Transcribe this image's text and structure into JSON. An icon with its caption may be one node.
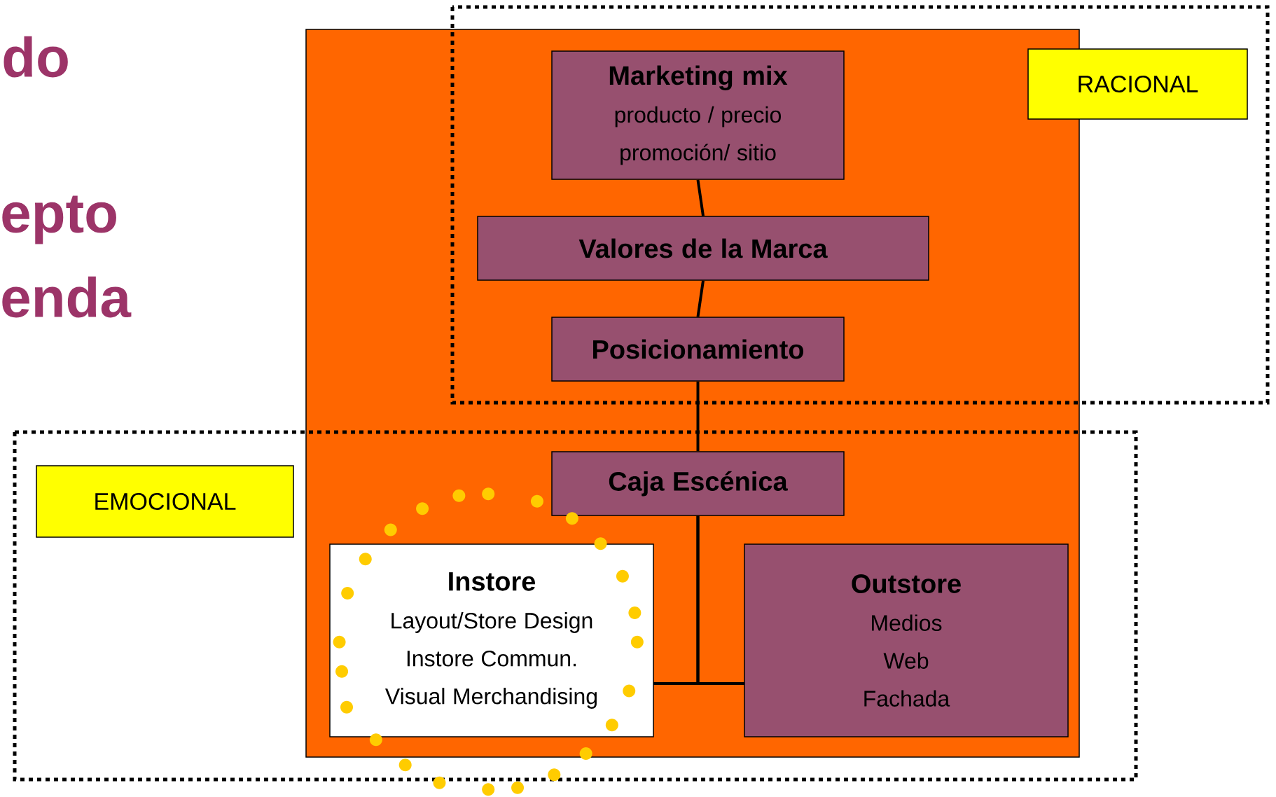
{
  "diagram": {
    "nodes": [
      {
        "text": [],
        "shape": "box"
      },
      {
        "text": [
          "Marketing mix",
          "producto / precio promoción/ sitio"
        ],
        "in": 0
      },
      {
        "text": [
          "RACIONAL"
        ]
      },
      {
        "text": [
          "Valores de la Marca"
        ],
        "in": 0
      },
      {
        "text": [
          "Posicionamiento"
        ],
        "in": 0
      },
      {
        "text": [
          "EMOCIONAL"
        ]
      },
      {
        "text": [
          "Caja Escénica"
        ],
        "in": 0
      },
      {
        "text": [
          "Instore",
          "Layout/Store Design",
          "Instore Commun.",
          "Visual Merchandising"
        ],
        "in": 0
      },
      {
        "text": [
          "Outstore",
          "Medios",
          "Web",
          "Fachada"
        ],
        "in": 0
      }
    ],
    "edges": [
      {
        "from": 1,
        "to": 3,
        "arrow": "none"
      },
      {
        "from": 3,
        "to": 4,
        "arrow": "none"
      },
      {
        "from": 4,
        "to": 6,
        "arrow": "none"
      },
      {
        "from": 6,
        "to": 7,
        "arrow": "none"
      },
      {
        "from": 6,
        "to": 8,
        "arrow": "none"
      }
    ],
    "labels": [
      "do",
      "epto",
      "enda"
    ]
  }
}
